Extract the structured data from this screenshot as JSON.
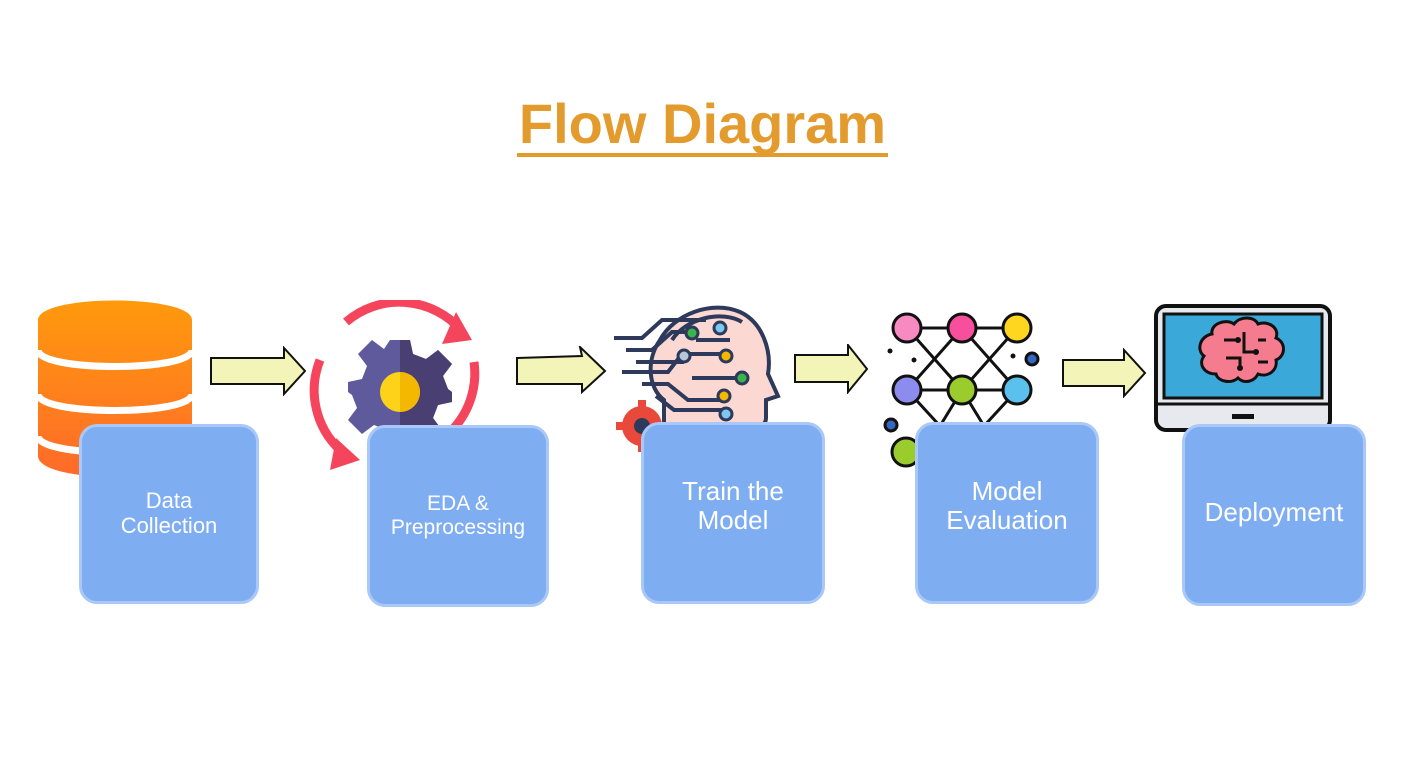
{
  "title": "Flow Diagram",
  "colors": {
    "title": "#E39B2E",
    "box_fill": "#7FADF2",
    "box_border": "#A9C8F7",
    "arrow_fill": "#F2F4B8",
    "database": "#FF8A1E",
    "refresh_arrows": "#F5455C",
    "gear": "#5E5A9C",
    "screen": "#3AA8D8"
  },
  "steps": [
    {
      "line1": "Data",
      "line2": "Collection",
      "icon": "database-icon"
    },
    {
      "line1": "EDA &",
      "line2": "Preprocessing",
      "icon": "gear-refresh-icon"
    },
    {
      "line1": "Train the",
      "line2": "Model",
      "icon": "ai-head-icon"
    },
    {
      "line1": "Model",
      "line2": "Evaluation",
      "icon": "neural-network-icon"
    },
    {
      "line1": "Deployment",
      "line2": "",
      "icon": "monitor-brain-icon"
    }
  ]
}
